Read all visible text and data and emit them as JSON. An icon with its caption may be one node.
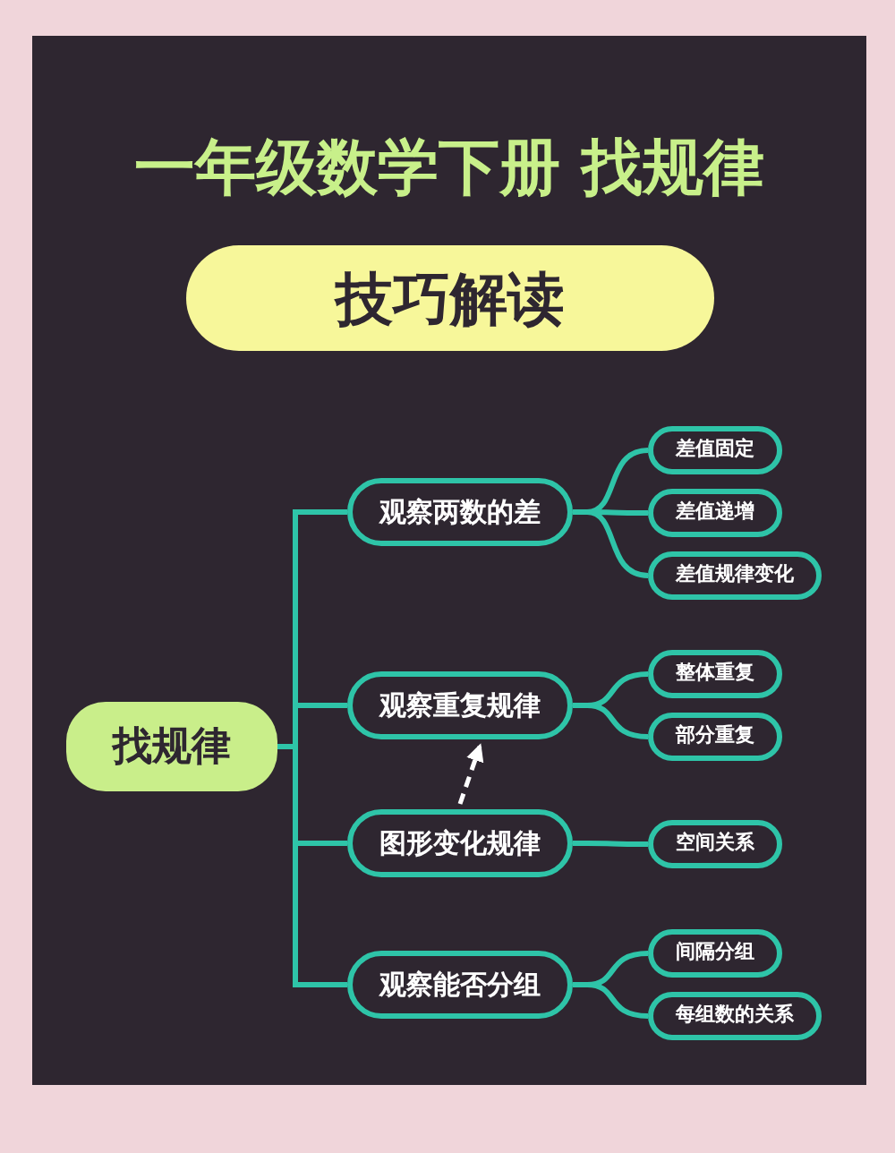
{
  "diagram": {
    "title": "一年级数学下册 找规律",
    "nodes": [
      {
        "text": [
          "技巧解读"
        ]
      },
      {
        "text": [
          "找规律"
        ]
      },
      {
        "text": [
          "观察两数的差"
        ]
      },
      {
        "text": [
          "差值固定"
        ]
      },
      {
        "text": [
          "差值递增"
        ]
      },
      {
        "text": [
          "差值规律变化"
        ]
      },
      {
        "text": [
          "观察重复规律"
        ]
      },
      {
        "text": [
          "整体重复"
        ]
      },
      {
        "text": [
          "部分重复"
        ]
      },
      {
        "text": [
          "图形变化规律"
        ]
      },
      {
        "text": [
          "空间关系"
        ]
      },
      {
        "text": [
          "观察能否分组"
        ]
      },
      {
        "text": [
          "间隔分组"
        ]
      },
      {
        "text": [
          "每组数的关系"
        ]
      }
    ],
    "edges": [
      {
        "from": 1,
        "to": 2,
        "arrow": "none"
      },
      {
        "from": 1,
        "to": 6,
        "arrow": "none"
      },
      {
        "from": 1,
        "to": 9,
        "arrow": "none"
      },
      {
        "from": 1,
        "to": 11,
        "arrow": "none"
      },
      {
        "from": 2,
        "to": 3,
        "arrow": "none"
      },
      {
        "from": 2,
        "to": 4,
        "arrow": "none"
      },
      {
        "from": 2,
        "to": 5,
        "arrow": "none"
      },
      {
        "from": 6,
        "to": 7,
        "arrow": "none"
      },
      {
        "from": 6,
        "to": 8,
        "arrow": "none"
      },
      {
        "from": 9,
        "to": 10,
        "arrow": "none"
      },
      {
        "from": 11,
        "to": 12,
        "arrow": "none"
      },
      {
        "from": 11,
        "to": 13,
        "arrow": "none"
      },
      {
        "from": 9,
        "to": 6,
        "arrow": "to",
        "style": "dashed",
        "color": "#ffffff"
      }
    ]
  }
}
